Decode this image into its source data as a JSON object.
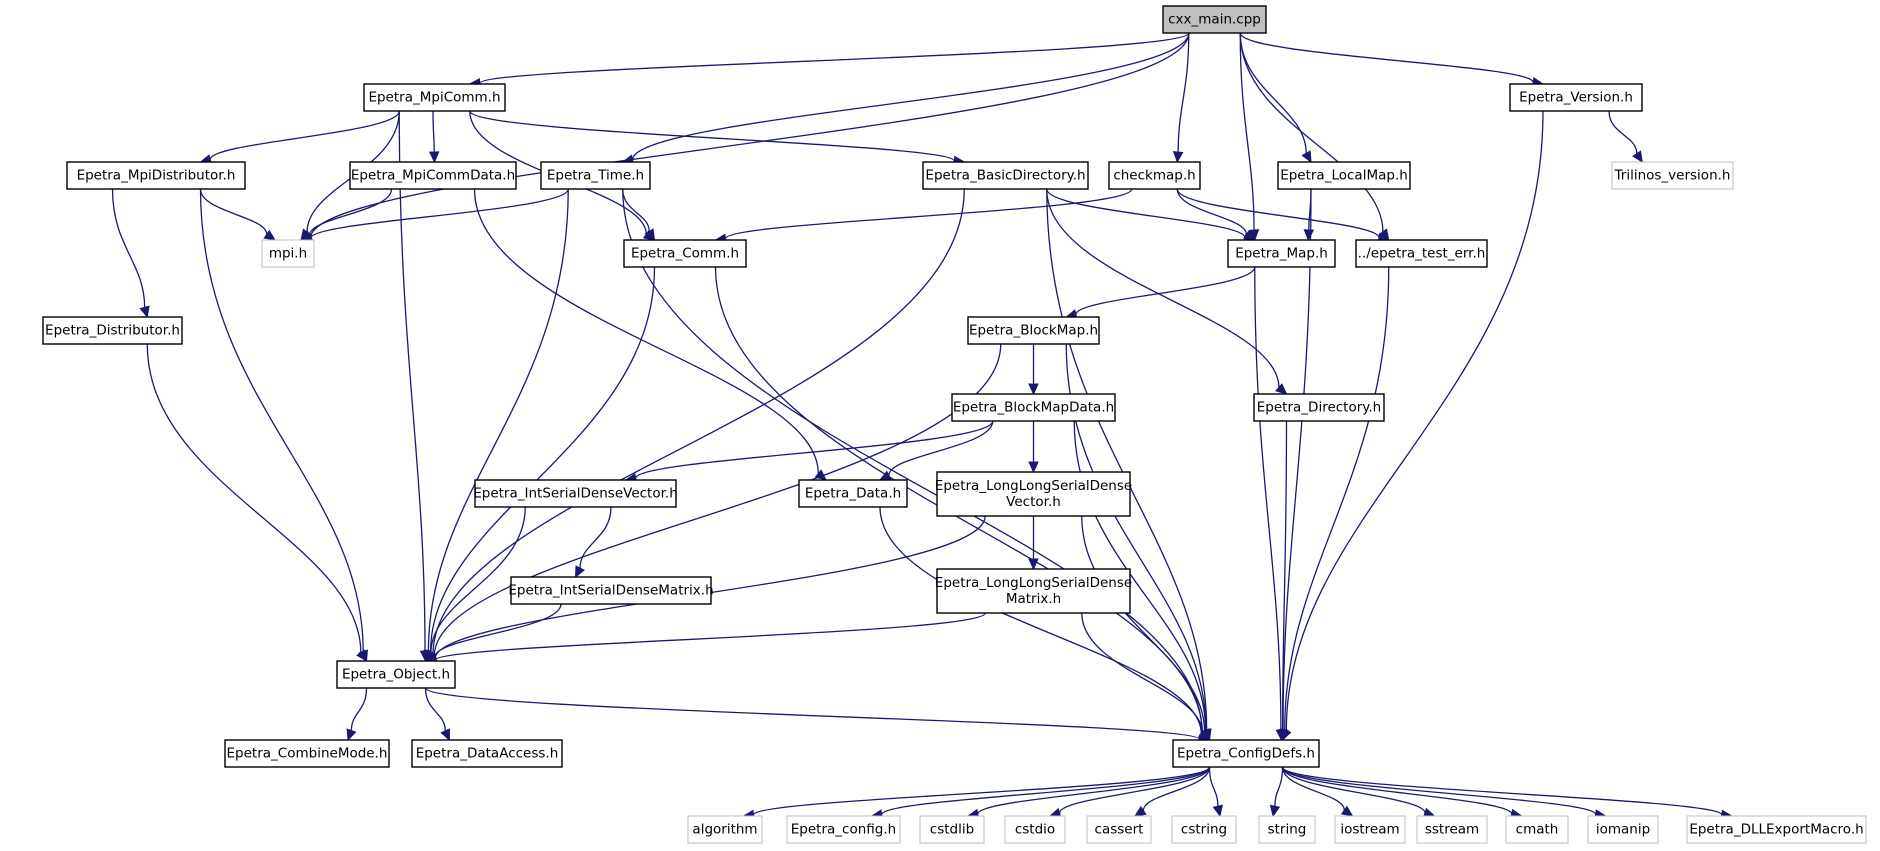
{
  "graph": {
    "colors": {
      "edge": "#191970",
      "node_border": "#000000",
      "external_border": "#bfbfbf",
      "root_fill": "#bfbfbf",
      "node_fill": "#ffffff"
    },
    "nodes": [
      {
        "id": "cxx_main",
        "kind": "root",
        "lines": [
          "cxx_main.cpp"
        ]
      },
      {
        "id": "mpicomm",
        "kind": "int",
        "lines": [
          "Epetra_MpiComm.h"
        ]
      },
      {
        "id": "version",
        "kind": "int",
        "lines": [
          "Epetra_Version.h"
        ]
      },
      {
        "id": "mpidist",
        "kind": "int",
        "lines": [
          "Epetra_MpiDistributor.h"
        ]
      },
      {
        "id": "mpicommdata",
        "kind": "int",
        "lines": [
          "Epetra_MpiCommData.h"
        ]
      },
      {
        "id": "time",
        "kind": "int",
        "lines": [
          "Epetra_Time.h"
        ]
      },
      {
        "id": "basicdir",
        "kind": "int",
        "lines": [
          "Epetra_BasicDirectory.h"
        ]
      },
      {
        "id": "checkmap",
        "kind": "int",
        "lines": [
          "checkmap.h"
        ]
      },
      {
        "id": "localmap",
        "kind": "int",
        "lines": [
          "Epetra_LocalMap.h"
        ]
      },
      {
        "id": "trilinos",
        "kind": "ext",
        "lines": [
          "Trilinos_version.h"
        ]
      },
      {
        "id": "mpi",
        "kind": "ext",
        "lines": [
          "mpi.h"
        ]
      },
      {
        "id": "comm",
        "kind": "int",
        "lines": [
          "Epetra_Comm.h"
        ]
      },
      {
        "id": "map",
        "kind": "int",
        "lines": [
          "Epetra_Map.h"
        ]
      },
      {
        "id": "testerr",
        "kind": "int",
        "lines": [
          "../epetra_test_err.h"
        ]
      },
      {
        "id": "distributor",
        "kind": "int",
        "lines": [
          "Epetra_Distributor.h"
        ]
      },
      {
        "id": "blockmap",
        "kind": "int",
        "lines": [
          "Epetra_BlockMap.h"
        ]
      },
      {
        "id": "blockmapdata",
        "kind": "int",
        "lines": [
          "Epetra_BlockMapData.h"
        ]
      },
      {
        "id": "directory",
        "kind": "int",
        "lines": [
          "Epetra_Directory.h"
        ]
      },
      {
        "id": "intsdv",
        "kind": "int",
        "lines": [
          "Epetra_IntSerialDenseVector.h"
        ]
      },
      {
        "id": "data",
        "kind": "int",
        "lines": [
          "Epetra_Data.h"
        ]
      },
      {
        "id": "llsdv",
        "kind": "int",
        "lines": [
          "Epetra_LongLongSerialDense",
          "Vector.h"
        ]
      },
      {
        "id": "intsdm",
        "kind": "int",
        "lines": [
          "Epetra_IntSerialDenseMatrix.h"
        ]
      },
      {
        "id": "llsdm",
        "kind": "int",
        "lines": [
          "Epetra_LongLongSerialDense",
          "Matrix.h"
        ]
      },
      {
        "id": "object",
        "kind": "int",
        "lines": [
          "Epetra_Object.h"
        ]
      },
      {
        "id": "combinemode",
        "kind": "int",
        "lines": [
          "Epetra_CombineMode.h"
        ]
      },
      {
        "id": "dataaccess",
        "kind": "int",
        "lines": [
          "Epetra_DataAccess.h"
        ]
      },
      {
        "id": "configdefs",
        "kind": "int",
        "lines": [
          "Epetra_ConfigDefs.h"
        ]
      },
      {
        "id": "algorithm",
        "kind": "ext",
        "lines": [
          "algorithm"
        ]
      },
      {
        "id": "config",
        "kind": "ext",
        "lines": [
          "Epetra_config.h"
        ]
      },
      {
        "id": "cstdlib",
        "kind": "ext",
        "lines": [
          "cstdlib"
        ]
      },
      {
        "id": "cstdio",
        "kind": "ext",
        "lines": [
          "cstdio"
        ]
      },
      {
        "id": "cassert",
        "kind": "ext",
        "lines": [
          "cassert"
        ]
      },
      {
        "id": "cstring",
        "kind": "ext",
        "lines": [
          "cstring"
        ]
      },
      {
        "id": "string",
        "kind": "ext",
        "lines": [
          "string"
        ]
      },
      {
        "id": "iostream",
        "kind": "ext",
        "lines": [
          "iostream"
        ]
      },
      {
        "id": "sstream",
        "kind": "ext",
        "lines": [
          "sstream"
        ]
      },
      {
        "id": "cmath",
        "kind": "ext",
        "lines": [
          "cmath"
        ]
      },
      {
        "id": "iomanip",
        "kind": "ext",
        "lines": [
          "iomanip"
        ]
      },
      {
        "id": "dllexport",
        "kind": "ext",
        "lines": [
          "Epetra_DLLExportMacro.h"
        ]
      }
    ],
    "edges": [
      [
        "cxx_main",
        "mpicomm"
      ],
      [
        "cxx_main",
        "mpi"
      ],
      [
        "cxx_main",
        "time"
      ],
      [
        "cxx_main",
        "checkmap"
      ],
      [
        "cxx_main",
        "map"
      ],
      [
        "cxx_main",
        "localmap"
      ],
      [
        "cxx_main",
        "testerr"
      ],
      [
        "cxx_main",
        "version"
      ],
      [
        "mpicomm",
        "mpidist"
      ],
      [
        "mpicomm",
        "mpi"
      ],
      [
        "mpicomm",
        "mpicommdata"
      ],
      [
        "mpicomm",
        "comm"
      ],
      [
        "mpicomm",
        "basicdir"
      ],
      [
        "mpicomm",
        "object"
      ],
      [
        "mpidist",
        "mpi"
      ],
      [
        "mpidist",
        "distributor"
      ],
      [
        "mpidist",
        "object"
      ],
      [
        "mpicommdata",
        "mpi"
      ],
      [
        "mpicommdata",
        "data"
      ],
      [
        "time",
        "mpi"
      ],
      [
        "time",
        "comm"
      ],
      [
        "time",
        "object"
      ],
      [
        "time",
        "configdefs"
      ],
      [
        "basicdir",
        "map"
      ],
      [
        "basicdir",
        "directory"
      ],
      [
        "basicdir",
        "object"
      ],
      [
        "basicdir",
        "configdefs"
      ],
      [
        "checkmap",
        "comm"
      ],
      [
        "checkmap",
        "map"
      ],
      [
        "checkmap",
        "testerr"
      ],
      [
        "localmap",
        "map"
      ],
      [
        "localmap",
        "configdefs"
      ],
      [
        "version",
        "trilinos"
      ],
      [
        "version",
        "configdefs"
      ],
      [
        "comm",
        "object"
      ],
      [
        "comm",
        "configdefs"
      ],
      [
        "map",
        "blockmap"
      ],
      [
        "map",
        "configdefs"
      ],
      [
        "testerr",
        "configdefs"
      ],
      [
        "distributor",
        "object"
      ],
      [
        "blockmap",
        "blockmapdata"
      ],
      [
        "blockmap",
        "object"
      ],
      [
        "blockmap",
        "configdefs"
      ],
      [
        "blockmapdata",
        "intsdv"
      ],
      [
        "blockmapdata",
        "data"
      ],
      [
        "blockmapdata",
        "llsdv"
      ],
      [
        "blockmapdata",
        "configdefs"
      ],
      [
        "directory",
        "configdefs"
      ],
      [
        "intsdv",
        "intsdm"
      ],
      [
        "intsdv",
        "object"
      ],
      [
        "data",
        "configdefs"
      ],
      [
        "llsdv",
        "llsdm"
      ],
      [
        "llsdv",
        "object"
      ],
      [
        "llsdv",
        "configdefs"
      ],
      [
        "intsdm",
        "object"
      ],
      [
        "llsdm",
        "object"
      ],
      [
        "llsdm",
        "configdefs"
      ],
      [
        "object",
        "combinemode"
      ],
      [
        "object",
        "dataaccess"
      ],
      [
        "object",
        "configdefs"
      ],
      [
        "configdefs",
        "algorithm"
      ],
      [
        "configdefs",
        "config"
      ],
      [
        "configdefs",
        "cstdlib"
      ],
      [
        "configdefs",
        "cstdio"
      ],
      [
        "configdefs",
        "cassert"
      ],
      [
        "configdefs",
        "cstring"
      ],
      [
        "configdefs",
        "string"
      ],
      [
        "configdefs",
        "iostream"
      ],
      [
        "configdefs",
        "sstream"
      ],
      [
        "configdefs",
        "cmath"
      ],
      [
        "configdefs",
        "iomanip"
      ],
      [
        "configdefs",
        "dllexport"
      ]
    ]
  }
}
